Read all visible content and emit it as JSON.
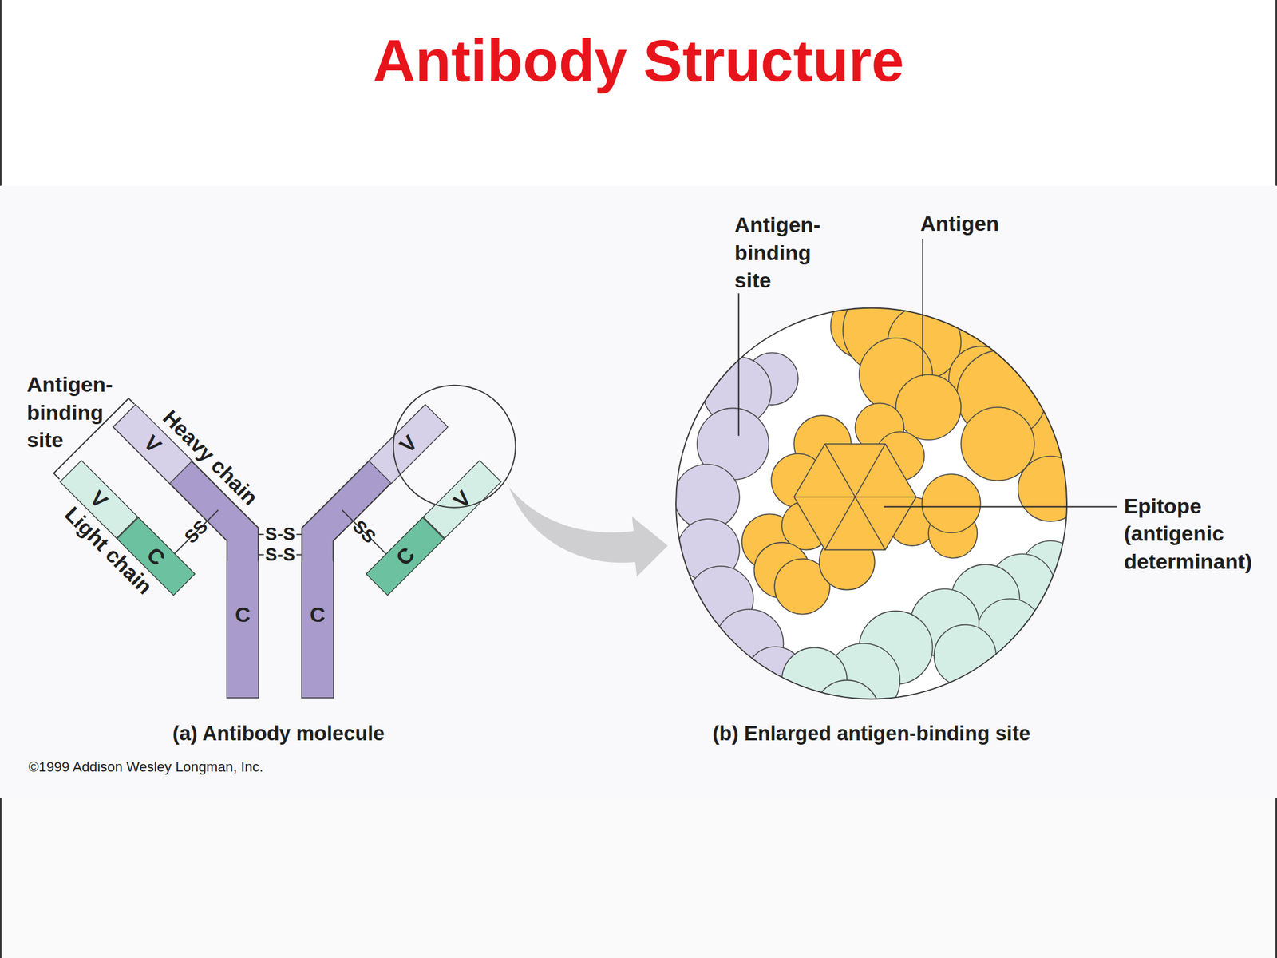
{
  "diagram": {
    "title": "Antibody Structure",
    "nodes": [
      {
        "text": [
          "V"
        ]
      },
      {
        "text": [
          "V"
        ]
      },
      {
        "text": [
          "C"
        ]
      },
      {
        "text": [
          "C"
        ]
      },
      {
        "text": [
          "C"
        ]
      },
      {
        "text": [
          "V"
        ]
      },
      {
        "text": [
          "V"
        ]
      },
      {
        "text": [
          "C"
        ]
      }
    ],
    "labels": [
      "Antigen- binding site",
      "Heavy chain",
      "Light chain",
      "SS",
      "S-S",
      "S-S",
      "SS",
      "(a) Antibody molecule",
      "©1999 Addison Wesley Longman, Inc.",
      "Antigen- binding site",
      "Antigen",
      "Epitope (antigenic determinant)",
      "(b) Enlarged antigen-binding site"
    ]
  }
}
